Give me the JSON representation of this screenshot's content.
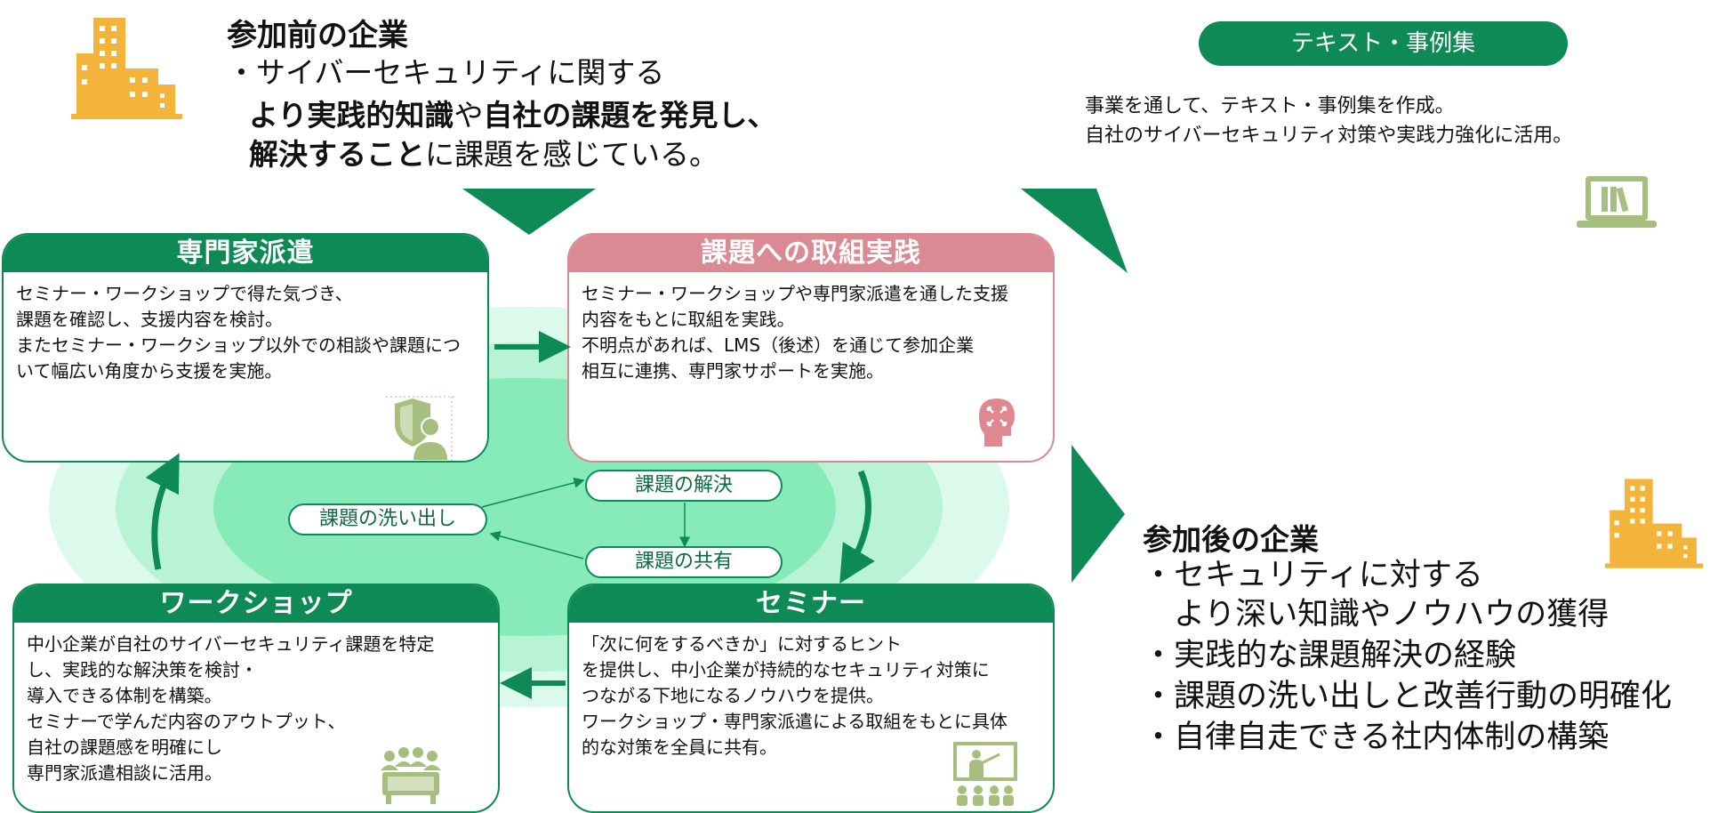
{
  "before": {
    "title": "参加前の企業",
    "line1": "・サイバーセキュリティに関する",
    "line2_bold1": "より実践的知識",
    "line2_mid": "や",
    "line2_bold2": "自社の課題を発見し、",
    "line3_bold": "解決すること",
    "line3_rest": "に課題を感じている。"
  },
  "textbook": {
    "badge": "テキスト・事例集",
    "desc1": "事業を通して、テキスト・事例集を作成。",
    "desc2": "自社のサイバーセキュリティ対策や実践力強化に活用。"
  },
  "cards": {
    "expert": {
      "title": "専門家派遣",
      "body": "セミナー・ワークショップで得た気づき、\n課題を確認し、支援内容を検討。\nまたセミナー・ワークショップ以外での相談や課題につ\nいて幅広い角度から支援を実施。"
    },
    "practice": {
      "title": "課題への取組実践",
      "body": "セミナー・ワークショップや専門家派遣を通した支援\n内容をもとに取組を実践。\n不明点があれば、LMS（後述）を通じて参加企業\n相互に連携、専門家サポートを実施。"
    },
    "workshop": {
      "title": "ワークショップ",
      "body": "中小企業が自社のサイバーセキュリティ課題を特定\nし、実践的な解決策を検討・\n導入できる体制を構築。\nセミナーで学んだ内容のアウトプット、\n自社の課題感を明確にし\n専門家派遣相談に活用。"
    },
    "seminar": {
      "title": "セミナー",
      "body": "「次に何をするべきか」に対するヒント\nを提供し、中小企業が持続的なセキュリティ対策に\nつながる下地になるノウハウを提供。\nワークショップ・専門家派遣による取組をもとに具体\n的な対策を全員に共有。"
    }
  },
  "pills": {
    "extract": "課題の洗い出し",
    "solve": "課題の解決",
    "share": "課題の共有"
  },
  "after": {
    "title": "参加後の企業",
    "items": [
      "・セキュリティに対する",
      "　より深い知識やノウハウの獲得",
      "・実践的な課題解決の経験",
      "・課題の洗い出しと改善行動の明確化",
      "・自律自走できる社内体制の構築"
    ]
  },
  "colors": {
    "green": "#0e8a57",
    "pink": "#d98a93",
    "mint": "#7fe8b4",
    "building": "#f2b43a",
    "icon": "#a7bf7e"
  },
  "icons": [
    "building-icon",
    "laptop-books-icon",
    "shield-person-icon",
    "head-arrows-icon",
    "meeting-table-icon",
    "presenter-icon"
  ]
}
